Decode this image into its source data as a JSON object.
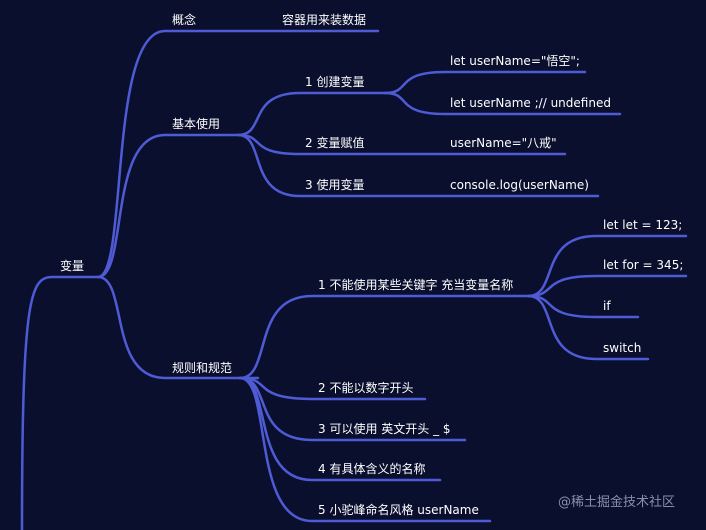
{
  "colors": {
    "background": "#0a0f2e",
    "branch": "#4f5bd5",
    "text": "#ffffff",
    "watermark": "#8a8fa8"
  },
  "mindmap": {
    "root": "变量",
    "concept": {
      "label": "概念",
      "value": "容器用来装数据"
    },
    "basic": {
      "label": "基本使用",
      "items": [
        {
          "label": "1 创建变量",
          "children": [
            "let userName=\"悟空\";",
            "let userName ;// undefined"
          ]
        },
        {
          "label": "2 变量赋值",
          "children": [
            "userName=\"八戒\""
          ]
        },
        {
          "label": "3 使用变量",
          "children": [
            "console.log(userName)"
          ]
        }
      ]
    },
    "rules": {
      "label": "规则和规范",
      "items": [
        {
          "label": "1 不能使用某些关键字 充当变量名称",
          "children": [
            "let let = 123;",
            "let for = 345;",
            "if",
            "switch"
          ]
        },
        {
          "label": "2 不能以数字开头"
        },
        {
          "label": "3 可以使用 英文开头 _  $"
        },
        {
          "label": "4 有具体含义的名称"
        },
        {
          "label": "5 小驼峰命名风格  userName"
        }
      ]
    }
  },
  "watermark": "@稀土掘金技术社区"
}
